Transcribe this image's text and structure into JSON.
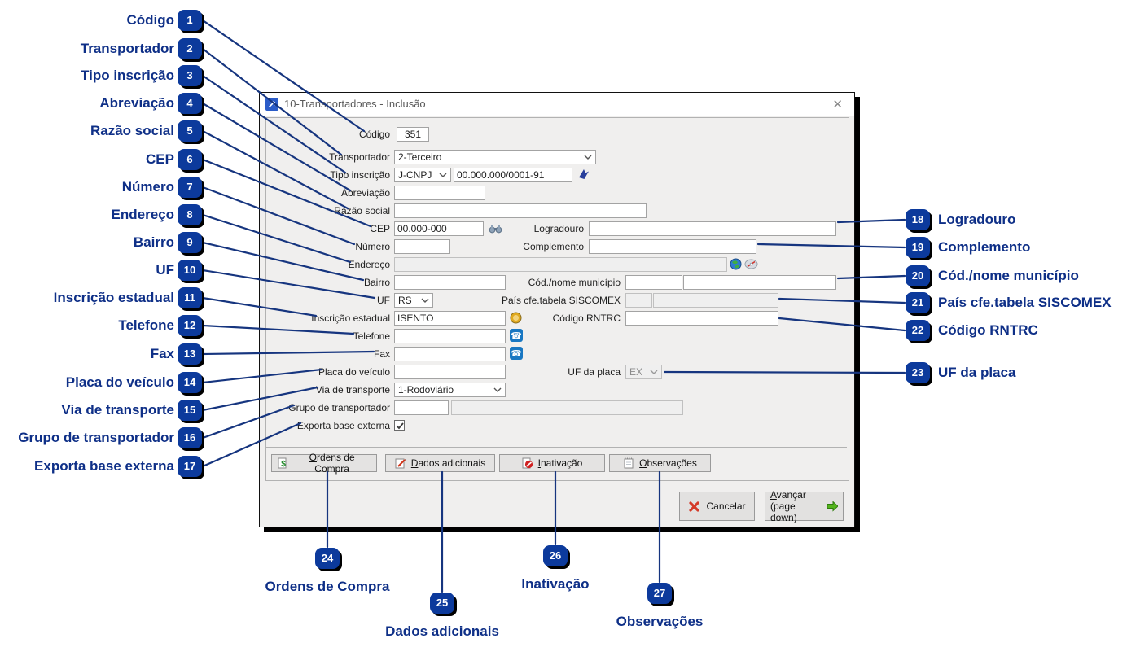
{
  "window": {
    "title": "10-Transportadores - Inclusão",
    "close_glyph": "✕"
  },
  "form": {
    "codigo": {
      "label": "Código",
      "value": "351"
    },
    "transportador": {
      "label": "Transportador",
      "value": "2-Terceiro"
    },
    "tipo_inscricao": {
      "label": "Tipo inscrição",
      "tipo": "J-CNPJ",
      "numero": "00.000.000/0001-91"
    },
    "abreviacao": {
      "label": "Abreviação",
      "value": ""
    },
    "razao_social": {
      "label": "Razão social",
      "value": ""
    },
    "cep": {
      "label": "CEP",
      "value": "00.000-000"
    },
    "logradouro": {
      "label": "Logradouro",
      "value": ""
    },
    "numero": {
      "label": "Número",
      "value": ""
    },
    "complemento": {
      "label": "Complemento",
      "value": ""
    },
    "endereco": {
      "label": "Endereço",
      "value": ""
    },
    "bairro": {
      "label": "Bairro",
      "value": ""
    },
    "municipio": {
      "label": "Cód./nome município",
      "codigo": "",
      "nome": ""
    },
    "uf": {
      "label": "UF",
      "value": "RS"
    },
    "pais_siscomex": {
      "label": "País cfe.tabela SISCOMEX",
      "codigo": "",
      "nome": ""
    },
    "inscricao_estadual": {
      "label": "Inscrição estadual",
      "value": "ISENTO"
    },
    "codigo_rntrc": {
      "label": "Código RNTRC",
      "value": ""
    },
    "telefone": {
      "label": "Telefone",
      "value": ""
    },
    "fax": {
      "label": "Fax",
      "value": ""
    },
    "placa_veiculo": {
      "label": "Placa do veículo",
      "value": ""
    },
    "uf_placa": {
      "label": "UF da placa",
      "value": "EX"
    },
    "via_transporte": {
      "label": "Via de transporte",
      "value": "1-Rodoviário"
    },
    "grupo_transportador": {
      "label": "Grupo de transportador",
      "codigo": "",
      "nome": ""
    },
    "exporta_base_externa": {
      "label": "Exporta base externa",
      "checked": true
    }
  },
  "tab_buttons": [
    {
      "label": "Ordens de Compra"
    },
    {
      "label": "Dados adicionais"
    },
    {
      "label": "Inativação"
    },
    {
      "label": "Observações"
    }
  ],
  "actions": {
    "cancel": "Cancelar",
    "advance": "Avançar",
    "advance_sub": "(page down)"
  },
  "callouts": {
    "left": [
      {
        "n": "1",
        "label": "Código"
      },
      {
        "n": "2",
        "label": "Transportador"
      },
      {
        "n": "3",
        "label": "Tipo inscrição"
      },
      {
        "n": "4",
        "label": "Abreviação"
      },
      {
        "n": "5",
        "label": "Razão social"
      },
      {
        "n": "6",
        "label": "CEP"
      },
      {
        "n": "7",
        "label": "Número"
      },
      {
        "n": "8",
        "label": "Endereço"
      },
      {
        "n": "9",
        "label": "Bairro"
      },
      {
        "n": "10",
        "label": "UF"
      },
      {
        "n": "11",
        "label": "Inscrição estadual"
      },
      {
        "n": "12",
        "label": "Telefone"
      },
      {
        "n": "13",
        "label": "Fax"
      },
      {
        "n": "14",
        "label": "Placa do veículo"
      },
      {
        "n": "15",
        "label": "Via de transporte"
      },
      {
        "n": "16",
        "label": "Grupo de transportador"
      },
      {
        "n": "17",
        "label": "Exporta base externa"
      }
    ],
    "right": [
      {
        "n": "18",
        "label": "Logradouro"
      },
      {
        "n": "19",
        "label": "Complemento"
      },
      {
        "n": "20",
        "label": "Cód./nome município"
      },
      {
        "n": "21",
        "label": "País cfe.tabela SISCOMEX"
      },
      {
        "n": "22",
        "label": "Código RNTRC"
      },
      {
        "n": "23",
        "label": "UF da placa"
      }
    ],
    "bottom": [
      {
        "n": "24",
        "label": "Ordens de Compra"
      },
      {
        "n": "25",
        "label": "Dados adicionais"
      },
      {
        "n": "26",
        "label": "Inativação"
      },
      {
        "n": "27",
        "label": "Observações"
      }
    ]
  },
  "colors": {
    "callout_navy": "#0e2f87",
    "badge_blue": "#0c3a9c",
    "connector": "#16357f",
    "phone_blue": "#1877c2",
    "cancel_red": "#d43a28",
    "advance_green": "#54b41d"
  }
}
